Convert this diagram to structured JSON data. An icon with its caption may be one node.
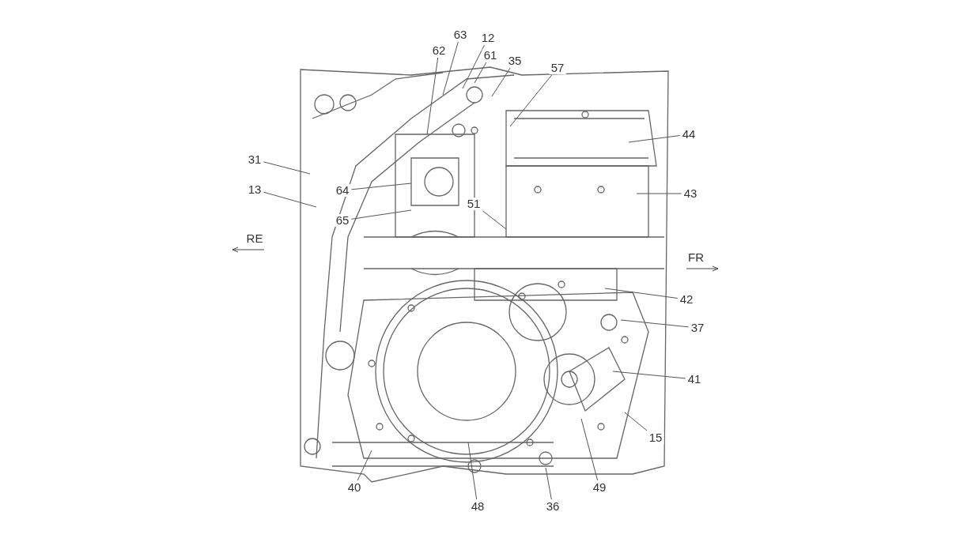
{
  "diagram": {
    "nodes": [
      {
        "text": [
          "63"
        ]
      },
      {
        "text": [
          "12"
        ]
      },
      {
        "text": [
          "62"
        ]
      },
      {
        "text": [
          "61"
        ]
      },
      {
        "text": [
          "35"
        ]
      },
      {
        "text": [
          "57"
        ]
      },
      {
        "text": [
          "44"
        ]
      },
      {
        "text": [
          "31"
        ]
      },
      {
        "text": [
          "13"
        ]
      },
      {
        "text": [
          "64"
        ]
      },
      {
        "text": [
          "65"
        ]
      },
      {
        "text": [
          "43"
        ]
      },
      {
        "text": [
          "51"
        ]
      },
      {
        "text": [
          "42"
        ]
      },
      {
        "text": [
          "37"
        ]
      },
      {
        "text": [
          "41"
        ]
      },
      {
        "text": [
          "15"
        ]
      },
      {
        "text": [
          "40"
        ]
      },
      {
        "text": [
          "48"
        ]
      },
      {
        "text": [
          "36"
        ]
      },
      {
        "text": [
          "49"
        ]
      }
    ],
    "edges": [
      {
        "from": 0,
        "to": null,
        "arrow": "none"
      },
      {
        "from": 1,
        "to": null,
        "arrow": "none"
      },
      {
        "from": 2,
        "to": null,
        "arrow": "none"
      },
      {
        "from": 3,
        "to": null,
        "arrow": "none"
      },
      {
        "from": 4,
        "to": null,
        "arrow": "none"
      },
      {
        "from": 5,
        "to": null,
        "arrow": "none"
      },
      {
        "from": 6,
        "to": null,
        "arrow": "none"
      },
      {
        "from": 7,
        "to": null,
        "arrow": "none"
      },
      {
        "from": 8,
        "to": null,
        "arrow": "none"
      },
      {
        "from": 9,
        "to": null,
        "arrow": "none"
      },
      {
        "from": 10,
        "to": null,
        "arrow": "none"
      },
      {
        "from": 11,
        "to": null,
        "arrow": "none"
      },
      {
        "from": 12,
        "to": null,
        "arrow": "none"
      },
      {
        "from": 13,
        "to": null,
        "arrow": "none"
      },
      {
        "from": 14,
        "to": null,
        "arrow": "none"
      },
      {
        "from": 15,
        "to": null,
        "arrow": "none"
      },
      {
        "from": 16,
        "to": null,
        "arrow": "none"
      },
      {
        "from": 17,
        "to": null,
        "arrow": "none"
      },
      {
        "from": 18,
        "to": null,
        "arrow": "none"
      },
      {
        "from": 19,
        "to": null,
        "arrow": "none"
      },
      {
        "from": 20,
        "to": null,
        "arrow": "none"
      }
    ],
    "labels": [
      "RE",
      "FR"
    ]
  }
}
